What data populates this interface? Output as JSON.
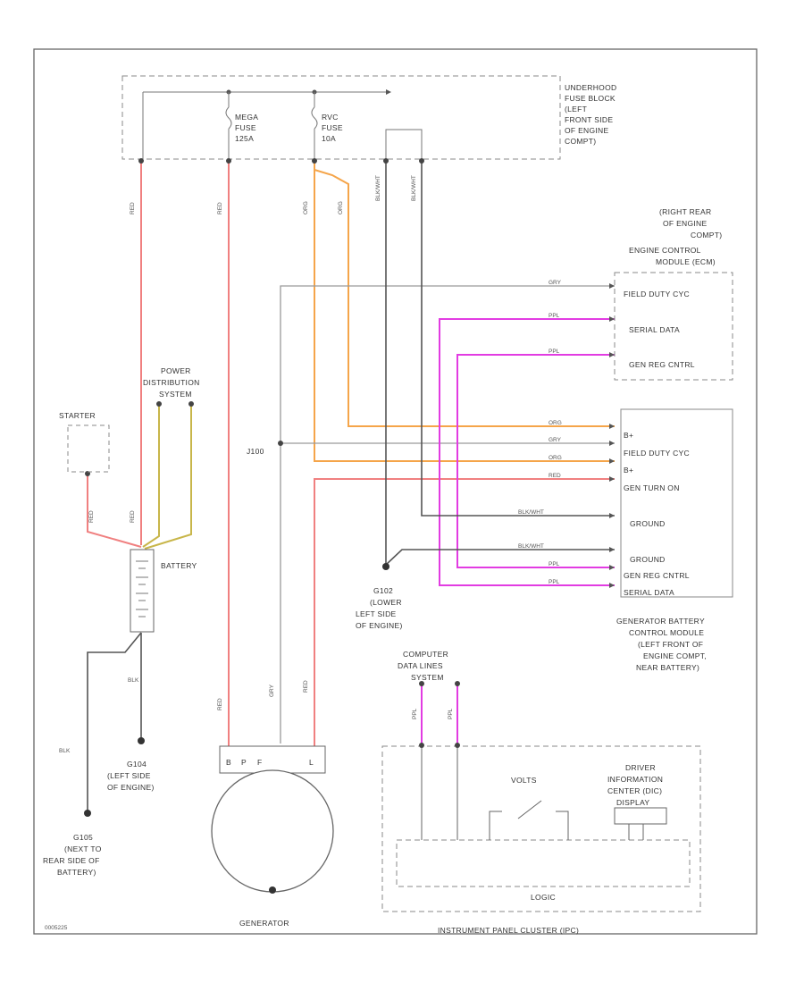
{
  "fuse_block": {
    "title_lines": [
      "UNDERHOOD",
      "FUSE BLOCK",
      "(LEFT",
      "FRONT SIDE",
      "OF ENGINE",
      "COMPT)"
    ],
    "mega_fuse_lines": [
      "MEGA",
      "FUSE",
      "125A"
    ],
    "rvc_fuse_lines": [
      "RVC",
      "FUSE",
      "10A"
    ]
  },
  "ecm": {
    "location_lines": [
      "(RIGHT REAR",
      "OF ENGINE",
      "COMPT)"
    ],
    "name_lines": [
      "ENGINE CONTROL",
      "MODULE (ECM)"
    ],
    "pins": [
      "FIELD DUTY CYC",
      "SERIAL DATA",
      "GEN REG CNTRL"
    ]
  },
  "gbcm": {
    "pins": [
      "B+",
      "FIELD DUTY CYC",
      "B+",
      "GEN TURN ON",
      "GROUND",
      "GROUND",
      "GEN REG CNTRL",
      "SERIAL DATA"
    ],
    "name_lines": [
      "GENERATOR BATTERY",
      "CONTROL MODULE",
      "(LEFT FRONT OF",
      "ENGINE COMPT,",
      "NEAR BATTERY)"
    ]
  },
  "power_distribution_lines": [
    "POWER",
    "DISTRIBUTION",
    "SYSTEM"
  ],
  "starter_label": "STARTER",
  "battery_label": "BATTERY",
  "splice_label": "J100",
  "wire_colors": {
    "blk": "BLK",
    "red": "RED",
    "org": "ORG",
    "gry": "GRY",
    "ppl": "PPL",
    "blk_wht": "BLK/WHT"
  },
  "ground_g102": [
    "G102",
    "(LOWER",
    "LEFT SIDE",
    "OF ENGINE)"
  ],
  "ground_g104": [
    "G104",
    "(LEFT SIDE",
    "OF ENGINE)"
  ],
  "ground_g105": [
    "G105",
    "(NEXT TO",
    "REAR SIDE OF",
    "BATTERY)"
  ],
  "generator": {
    "terminals": [
      "B",
      "P",
      "F",
      "L"
    ],
    "label": "GENERATOR"
  },
  "data_lines_lines": [
    "COMPUTER",
    "DATA LINES",
    "SYSTEM"
  ],
  "ipc": {
    "volts_label": "VOLTS",
    "dic_lines": [
      "DRIVER",
      "INFORMATION",
      "CENTER (DIC)",
      "DISPLAY"
    ],
    "logic_label": "LOGIC",
    "name": "INSTRUMENT PANEL CLUSTER (IPC)"
  },
  "figure_id": "0005225",
  "colors": {
    "red_wire": "#f08080",
    "orange_wire": "#f5a54a",
    "magenta_wire": "#e23ce2",
    "yellow_wire": "#c8b64a",
    "gray_wire": "#9a9a9a",
    "dark_wire": "#555555"
  }
}
